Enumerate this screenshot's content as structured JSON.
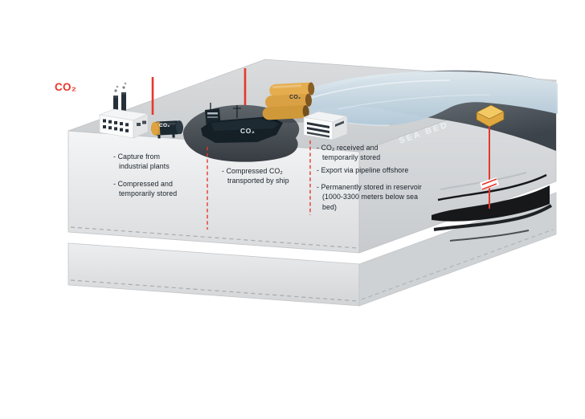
{
  "diagram": {
    "co2_symbol": "CO₂",
    "sea_bed_label": "SEA BED",
    "steps": {
      "capture": "- Capture from industrial plants",
      "compressed_stored": "- Compressed and temporarily stored",
      "ship_transport": "- Compressed CO₂ transported by ship",
      "received_stored": "- CO₂ received and temporarily stored",
      "export_pipeline": "- Export via pipeline offshore",
      "permanent_storage": "- Permanently stored in reservoir (1000-3300 meters below sea bed)"
    },
    "markers": {
      "tank_co2": "CO₂",
      "ship_co2": "CO₂",
      "storage_co2": "CO₂"
    },
    "colors": {
      "accent_red": "#e8372c",
      "text_dark": "#172028",
      "water_blue": "#bcd0de",
      "tank_orange": "#e0a43f",
      "slab_gray": "#d6d8da",
      "sea_dark": "#454c52",
      "reservoir_black": "#16181a"
    }
  }
}
